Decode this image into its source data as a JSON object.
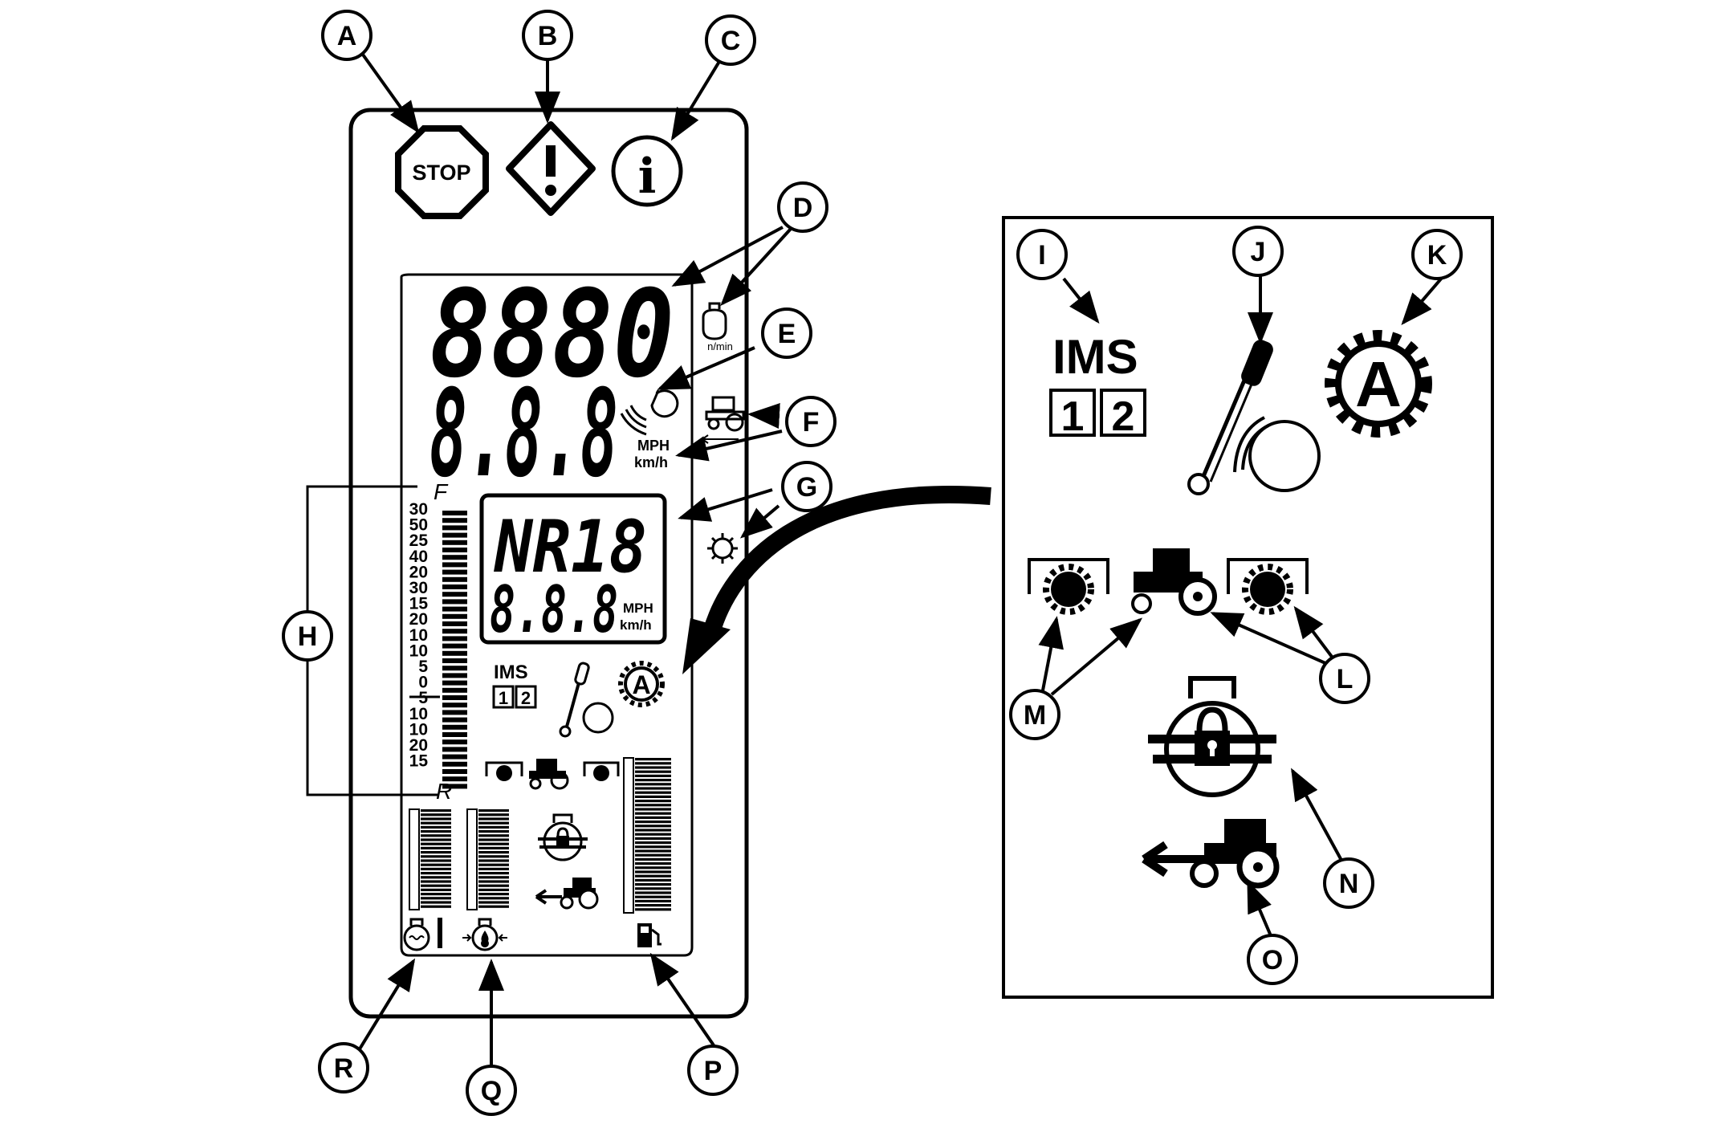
{
  "callouts": [
    "A",
    "B",
    "C",
    "D",
    "E",
    "F",
    "G",
    "H",
    "I",
    "J",
    "K",
    "L",
    "M",
    "N",
    "O",
    "P",
    "Q",
    "R"
  ],
  "stop_label": "STOP",
  "info_symbol": "i",
  "rpm_display": "8880",
  "speed_display": "8.8.8",
  "rpm_unit": "n/min",
  "speed_unit_mph": "MPH",
  "speed_unit_kmh": "km/h",
  "gear_display": "NR18",
  "gear_speed_display": "8.8.8",
  "gear_unit_mph": "MPH",
  "gear_unit_kmh": "km/h",
  "bar_top_label": "F",
  "bar_bottom_label": "R",
  "scale_labels": [
    "30",
    "50",
    "25",
    "40",
    "20",
    "30",
    "15",
    "20",
    "10",
    "10",
    "5",
    "0",
    "5",
    "10",
    "10",
    "20",
    "15"
  ],
  "ims_label": "IMS",
  "ims_slots": [
    "1",
    "2"
  ],
  "auto_symbol": "A",
  "icons": [
    "stop-sign-icon",
    "warning-icon",
    "info-icon",
    "engine-icon",
    "hitch-radar-icon",
    "tractor-icon",
    "gear-icon",
    "ims-icon",
    "hand-throttle-icon",
    "auto-gear-icon",
    "front-wheel-drive-icon",
    "differential-lock-icon",
    "pto-icon",
    "coolant-temperature-icon",
    "oil-pressure-icon",
    "fuel-icon"
  ]
}
